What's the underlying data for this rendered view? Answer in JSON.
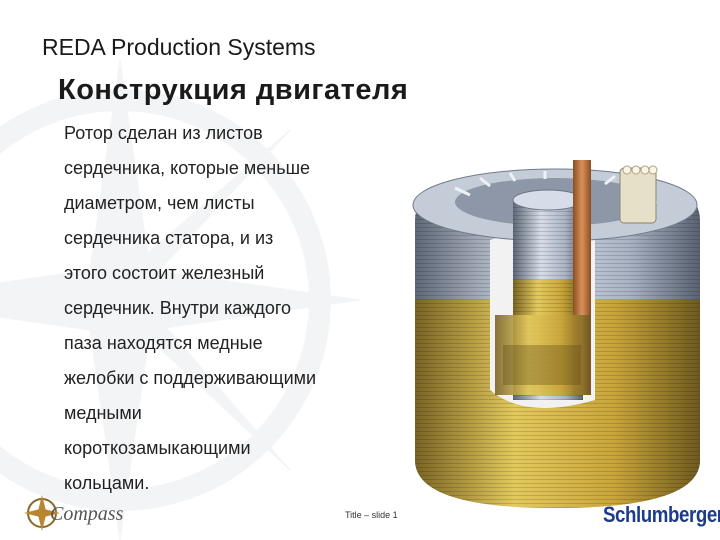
{
  "header": {
    "title": "REDA Production Systems"
  },
  "slide": {
    "title": "Конструкция двигателя",
    "body_lines": [
      "Ротор сделан из листов",
      "сердечника, которые меньше",
      "диаметром, чем листы",
      "сердечника статора, и из",
      "этого состоит железный",
      "сердечник. Внутри каждого",
      "паза  находятся медные",
      "желобки с поддерживающими",
      "медными",
      "короткозамыкающими",
      "кольцами."
    ]
  },
  "footer": {
    "logo_text": "Compass",
    "slide_label": "Title – slide 1",
    "brand": "Schlumberger"
  },
  "colors": {
    "gold": "#c9a53a",
    "steel": "#a9b3c4",
    "copper": "#c07a45",
    "brand_blue": "#1d3b8c"
  },
  "icons": {
    "background": "compass-rose-icon",
    "illustration": "motor-cutaway-icon"
  }
}
